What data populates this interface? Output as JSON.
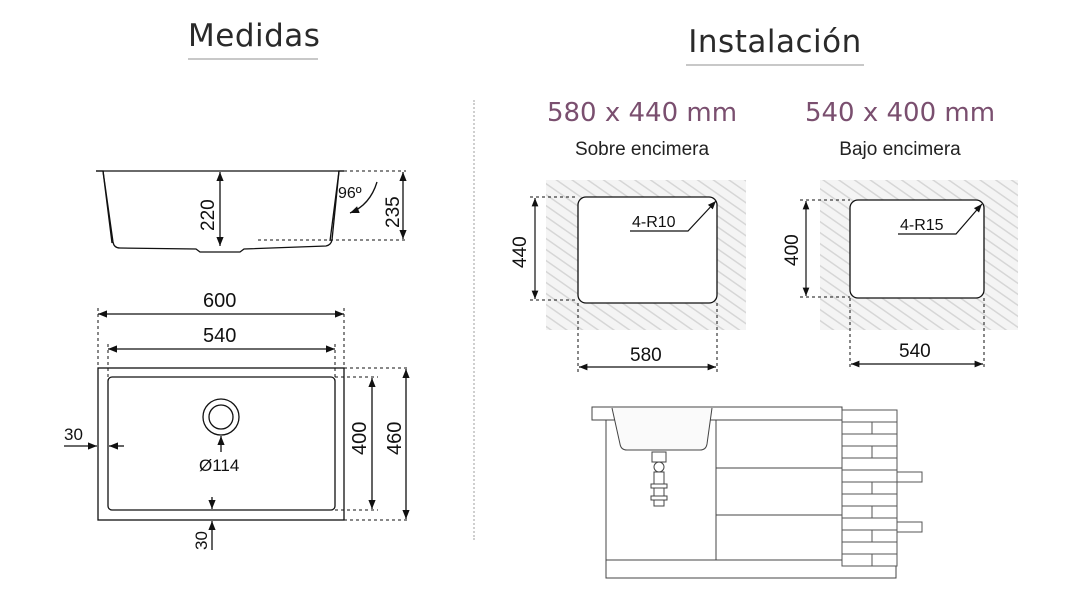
{
  "headings": {
    "medidas": "Medidas",
    "instalacion": "Instalación"
  },
  "sobre": {
    "size": "580 x 440 mm",
    "label": "Sobre encimera",
    "width_dim": "580",
    "height_dim": "440",
    "radius": "4-R10"
  },
  "bajo": {
    "size": "540 x 400 mm",
    "label": "Bajo encimera",
    "width_dim": "540",
    "height_dim": "400",
    "radius": "4-R15"
  },
  "side": {
    "depth_inner": "220",
    "depth_outer": "235",
    "angle": "96º"
  },
  "plan": {
    "outer_width": "600",
    "inner_width": "540",
    "inner_height": "400",
    "outer_height": "460",
    "margin_side": "30",
    "margin_bottom": "30",
    "drain": "Ø114"
  },
  "colors": {
    "accent": "#7a4f6f",
    "line": "#111111",
    "hatch": "#d9d9d9"
  }
}
